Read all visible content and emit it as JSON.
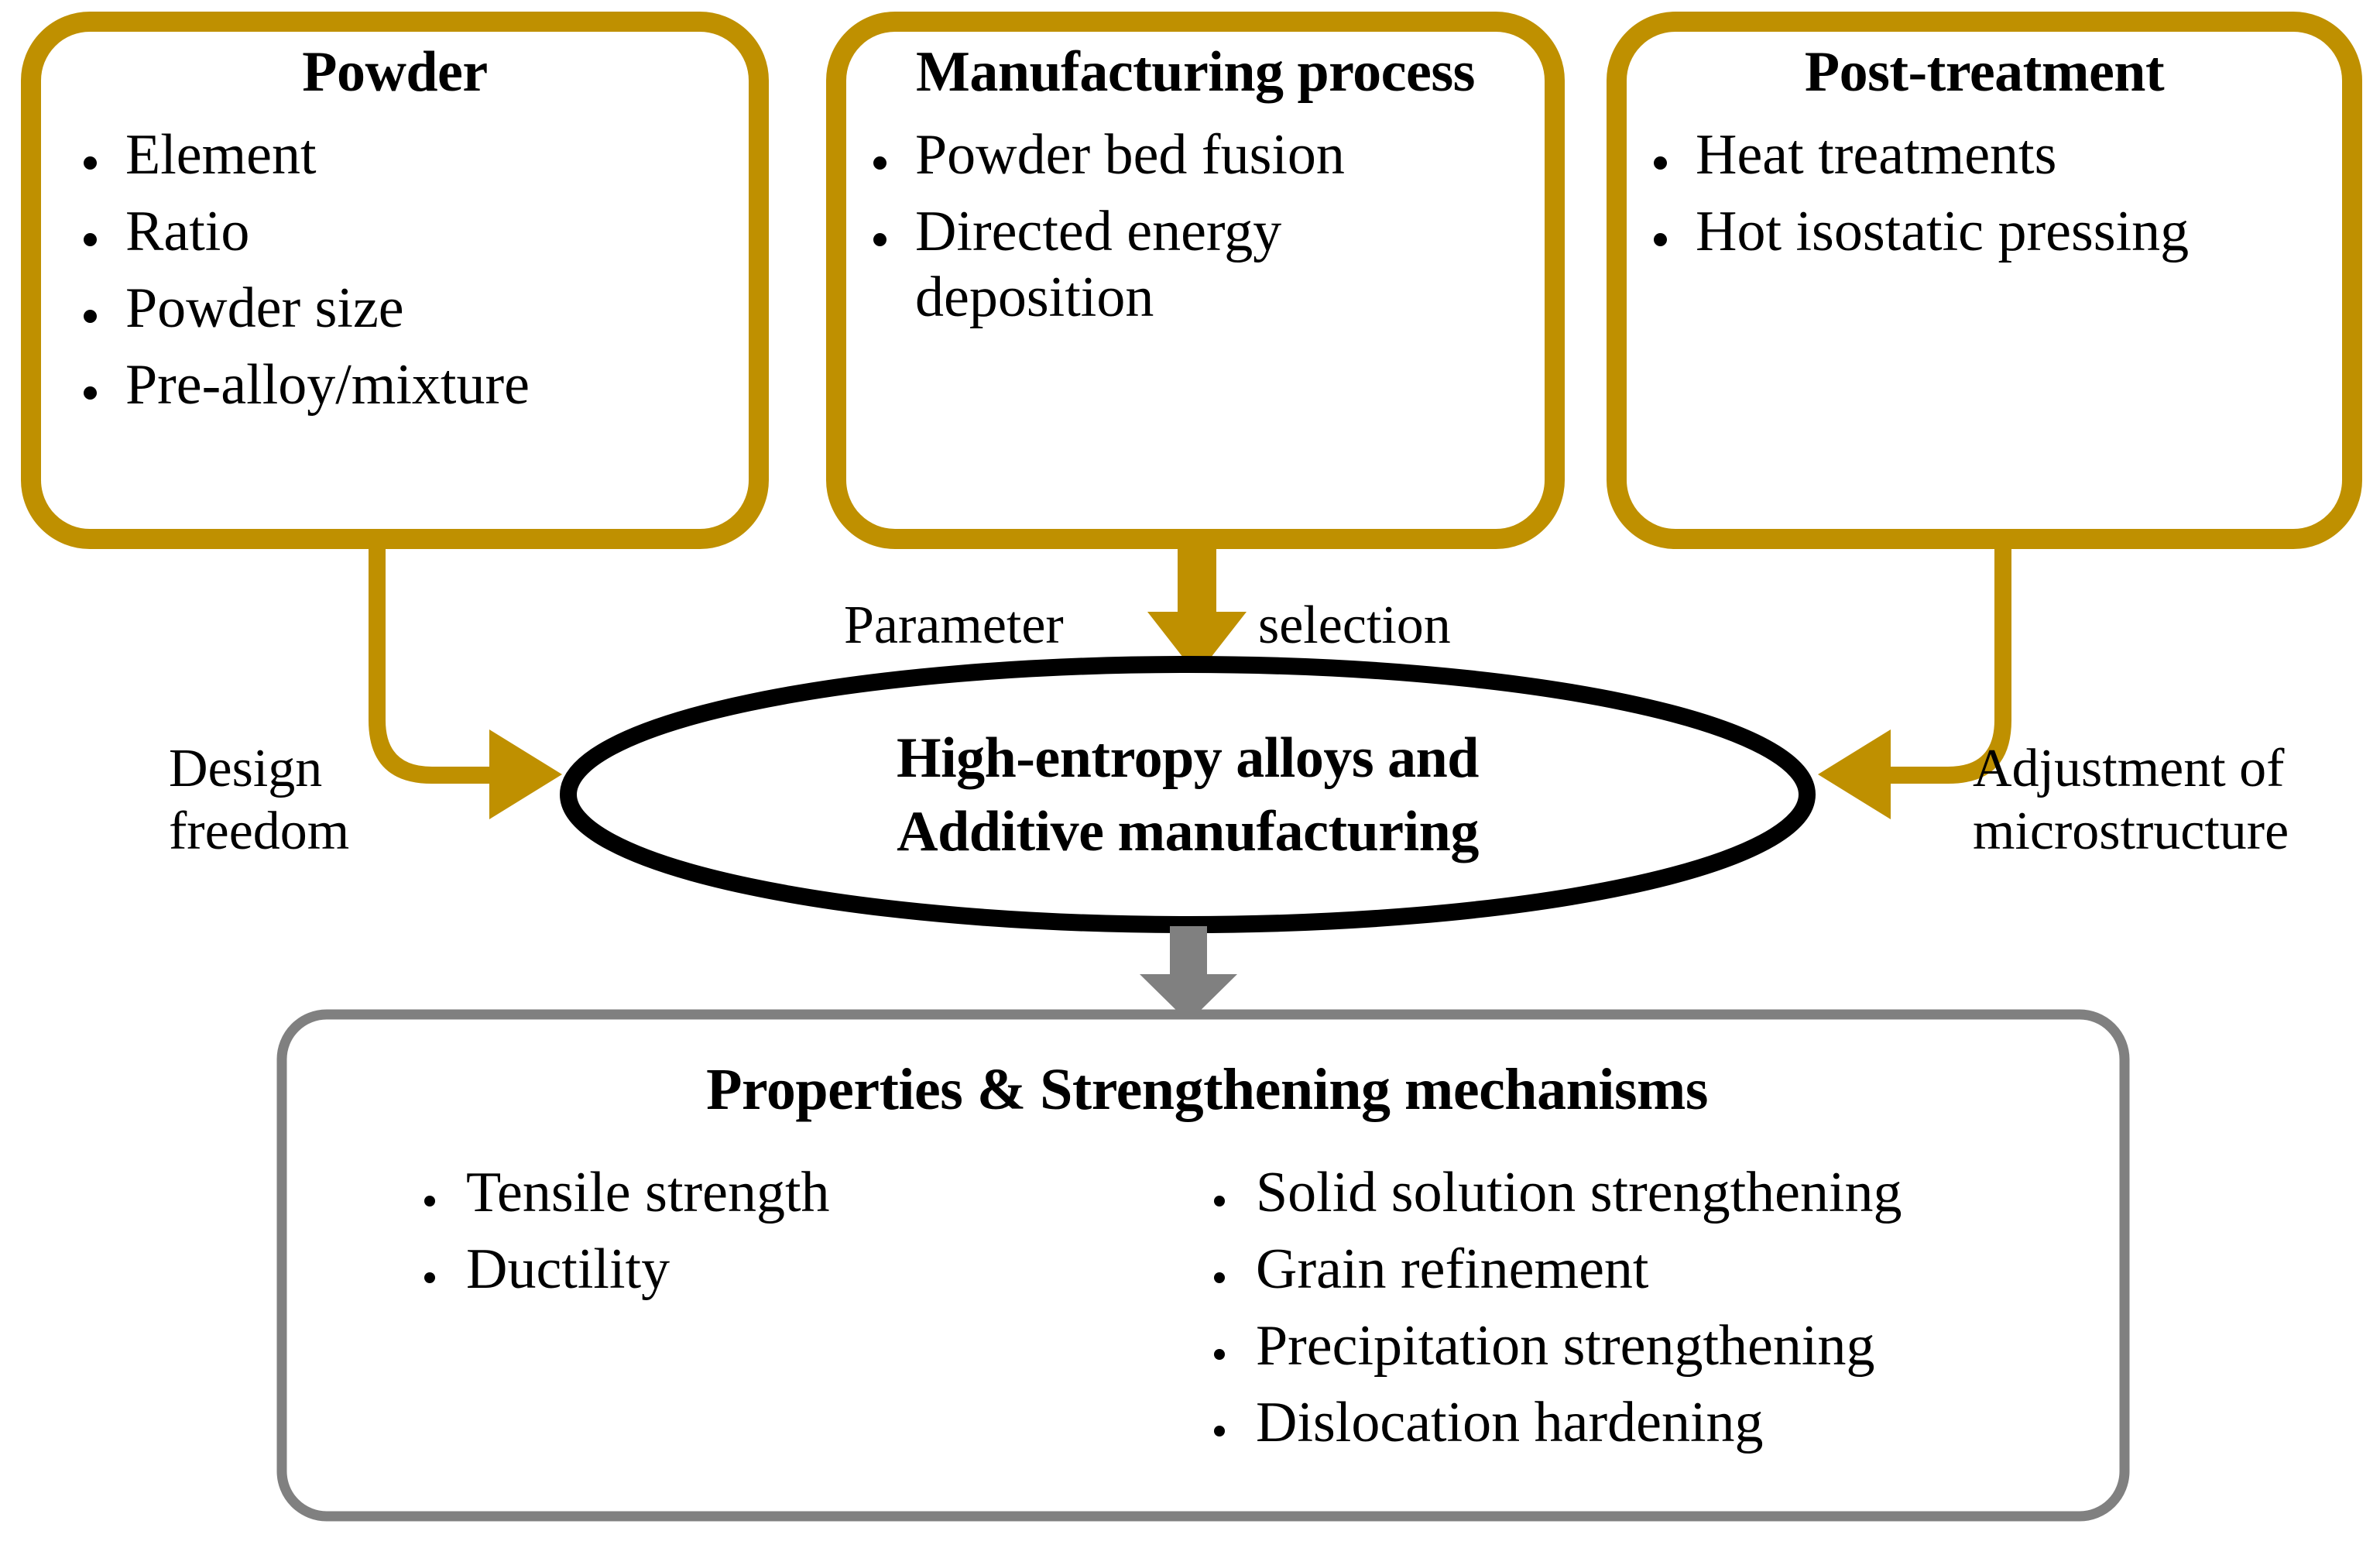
{
  "colors": {
    "gold": "#BF9000",
    "grey": "#808080",
    "black": "#000000",
    "background": "#FFFFFF"
  },
  "top_cards": [
    {
      "title": "Powder",
      "items": [
        "Element",
        "Ratio",
        "Powder size",
        "Pre-alloy/mixture"
      ]
    },
    {
      "title": "Manufacturing process",
      "items": [
        "Powder bed fusion",
        "Directed energy deposition"
      ]
    },
    {
      "title": "Post-treatment",
      "items": [
        "Heat treatments",
        "Hot isostatic pressing"
      ]
    }
  ],
  "connector_labels": {
    "left": "Design\nfreedom",
    "left_line1": "Design",
    "left_line2": "freedom",
    "center_before_arrow": "Parameter",
    "center_after_arrow": "selection",
    "right_line1": "Adjustment  of",
    "right_line2": "microstructure"
  },
  "center_node": {
    "line1": "High-entropy alloys and",
    "line2": "Additive manufacturing"
  },
  "bottom_card": {
    "title": "Properties & Strengthening mechanisms",
    "left_items": [
      "Tensile strength",
      "Ductility"
    ],
    "right_items": [
      "Solid solution strengthening",
      "Grain refinement",
      "Precipitation strengthening",
      "Dislocation hardening"
    ]
  }
}
